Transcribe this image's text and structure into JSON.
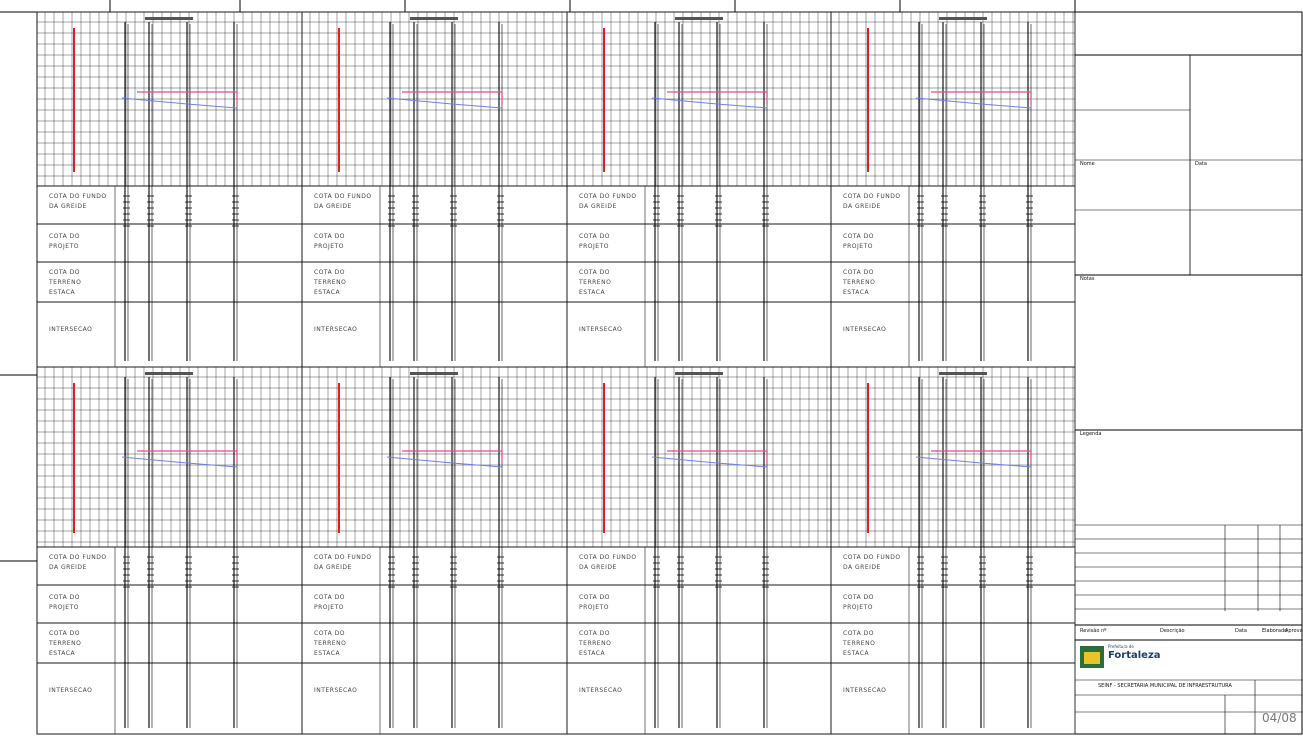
{
  "row_labels": {
    "cota_fundo_1": "COTA DO FUNDO",
    "cota_fundo_2": "DA GREIDE",
    "cota_projeto_1": "COTA DO",
    "cota_projeto_2": "PROJETO",
    "cota_terreno_1": "COTA DO",
    "cota_terreno_2": "TERRENO",
    "estaca": "ESTACA",
    "intersecao": "INTERSECAO"
  },
  "title_block": {
    "logo_prefix": "Prefeitura de",
    "logo_city": "Fortaleza",
    "org_title": "SEINF - SECRETARIA MUNICIPAL DE INFRAESTRUTURA",
    "sheet_number": "04/08",
    "revision_header": [
      "Revisão nº",
      "Descrição",
      "Data",
      "Elaborado",
      "Aprovado"
    ],
    "notes_label": "Notas",
    "legend_label": "Legenda",
    "field_a": "Nome",
    "field_b": "Data"
  },
  "colors": {
    "grid": "#1a1a1a",
    "red_marker": "#e0201e",
    "blue_profile": "#6f7fe6",
    "pink_profile": "#e84a8f",
    "blue_text": "#2b3be0"
  }
}
